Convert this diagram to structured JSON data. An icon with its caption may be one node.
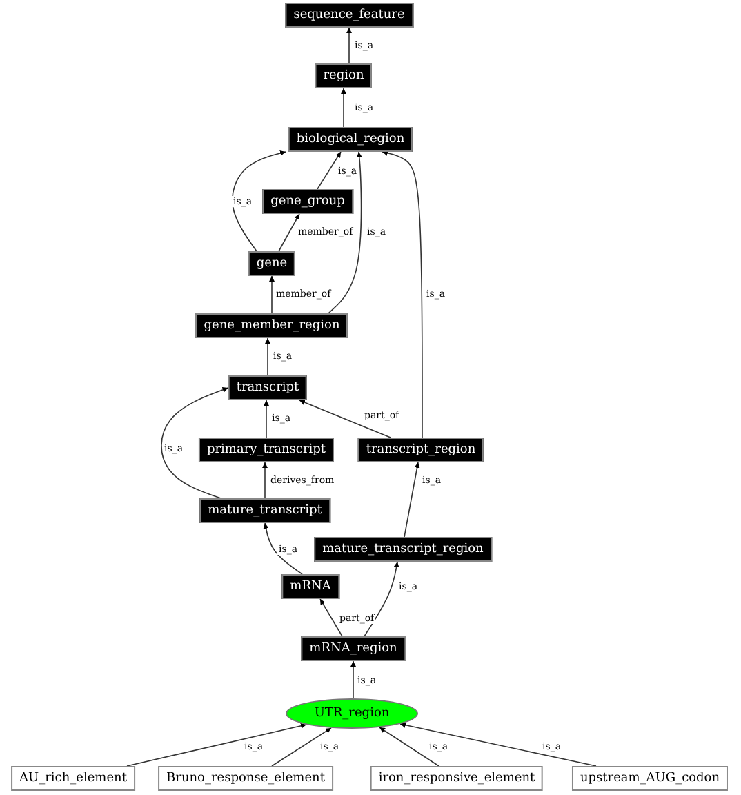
{
  "diagram": {
    "nodes": [
      {
        "text": [
          "sequence_feature"
        ]
      },
      {
        "text": [
          "region"
        ]
      },
      {
        "text": [
          "biological_region"
        ]
      },
      {
        "text": [
          "gene_group"
        ]
      },
      {
        "text": [
          "gene"
        ]
      },
      {
        "text": [
          "gene_member_region"
        ]
      },
      {
        "text": [
          "transcript"
        ]
      },
      {
        "text": [
          "primary_transcript"
        ]
      },
      {
        "text": [
          "transcript_region"
        ]
      },
      {
        "text": [
          "mature_transcript"
        ]
      },
      {
        "text": [
          "mature_transcript_region"
        ]
      },
      {
        "text": [
          "mRNA"
        ]
      },
      {
        "text": [
          "mRNA_region"
        ]
      },
      {
        "text": [
          "UTR_region"
        ]
      },
      {
        "text": [
          "AU_rich_element"
        ]
      },
      {
        "text": [
          "Bruno_response_element"
        ]
      },
      {
        "text": [
          "iron_responsive_element"
        ]
      },
      {
        "text": [
          "upstream_AUG_codon"
        ]
      }
    ],
    "edges": [
      {
        "from": 1,
        "to": 0,
        "arrow": "to",
        "label": "is_a"
      },
      {
        "from": 2,
        "to": 1,
        "arrow": "to",
        "label": "is_a"
      },
      {
        "from": 3,
        "to": 2,
        "arrow": "to",
        "label": "is_a"
      },
      {
        "from": 4,
        "to": 2,
        "arrow": "to",
        "label": "is_a"
      },
      {
        "from": 4,
        "to": 3,
        "arrow": "to",
        "label": "member_of"
      },
      {
        "from": 5,
        "to": 4,
        "arrow": "to",
        "label": "member_of"
      },
      {
        "from": 5,
        "to": 2,
        "arrow": "to",
        "label": "is_a"
      },
      {
        "from": 6,
        "to": 5,
        "arrow": "to",
        "label": "is_a"
      },
      {
        "from": 7,
        "to": 6,
        "arrow": "to",
        "label": "is_a"
      },
      {
        "from": 8,
        "to": 6,
        "arrow": "to",
        "label": "part_of"
      },
      {
        "from": 8,
        "to": 2,
        "arrow": "to",
        "label": "is_a"
      },
      {
        "from": 9,
        "to": 7,
        "arrow": "to",
        "label": "derives_from"
      },
      {
        "from": 9,
        "to": 6,
        "arrow": "to",
        "label": "is_a"
      },
      {
        "from": 10,
        "to": 8,
        "arrow": "to",
        "label": "is_a"
      },
      {
        "from": 11,
        "to": 9,
        "arrow": "to",
        "label": "is_a"
      },
      {
        "from": 12,
        "to": 11,
        "arrow": "to",
        "label": "part_of"
      },
      {
        "from": 12,
        "to": 10,
        "arrow": "to",
        "label": "is_a"
      },
      {
        "from": 13,
        "to": 12,
        "arrow": "to",
        "label": "is_a"
      },
      {
        "from": 14,
        "to": 13,
        "arrow": "to",
        "label": "is_a"
      },
      {
        "from": 15,
        "to": 13,
        "arrow": "to",
        "label": "is_a"
      },
      {
        "from": 16,
        "to": 13,
        "arrow": "to",
        "label": "is_a"
      },
      {
        "from": 17,
        "to": 13,
        "arrow": "to",
        "label": "is_a"
      }
    ]
  }
}
